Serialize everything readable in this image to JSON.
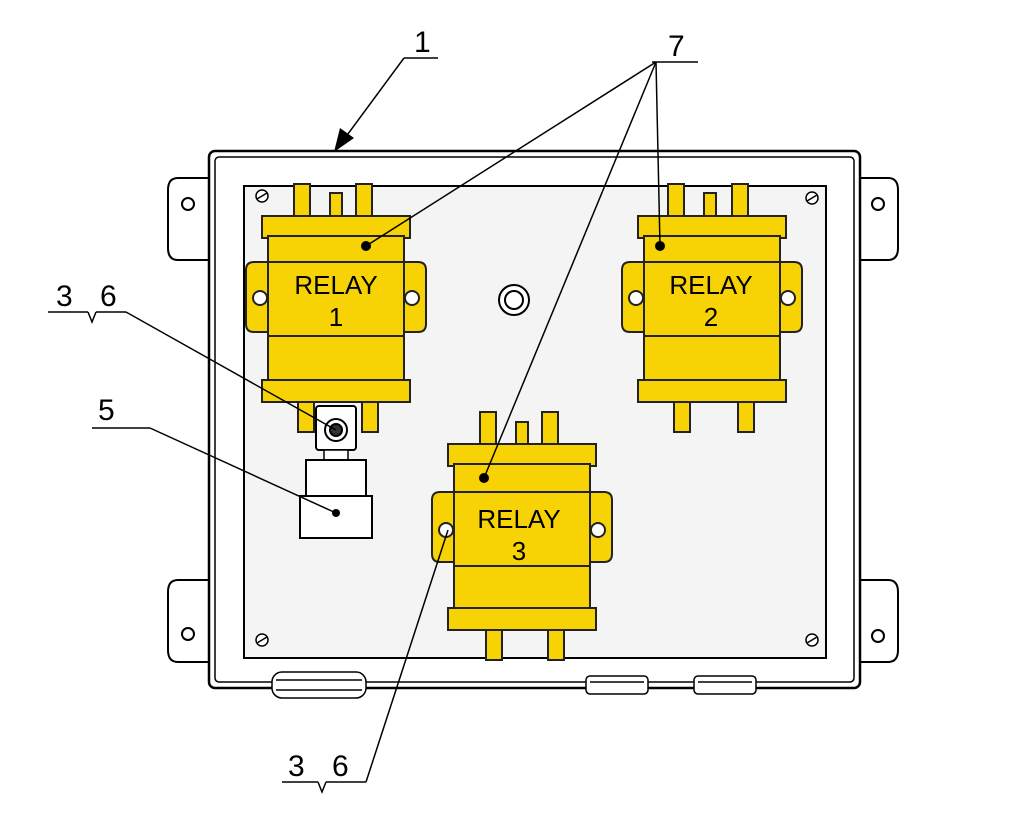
{
  "colors": {
    "relay_fill": "#F7D306",
    "relay_stroke": "#222222",
    "line": "#000000",
    "plate": "#f4f4f4",
    "background": "#ffffff"
  },
  "callouts": {
    "enclosure": "1",
    "relay_body": "7",
    "fastener_top_a": "3",
    "fastener_top_b": "6",
    "terminal_block": "5",
    "fastener_bottom_a": "3",
    "fastener_bottom_b": "6"
  },
  "relays": [
    {
      "label": "RELAY",
      "number": "1"
    },
    {
      "label": "RELAY",
      "number": "2"
    },
    {
      "label": "RELAY",
      "number": "3"
    }
  ]
}
